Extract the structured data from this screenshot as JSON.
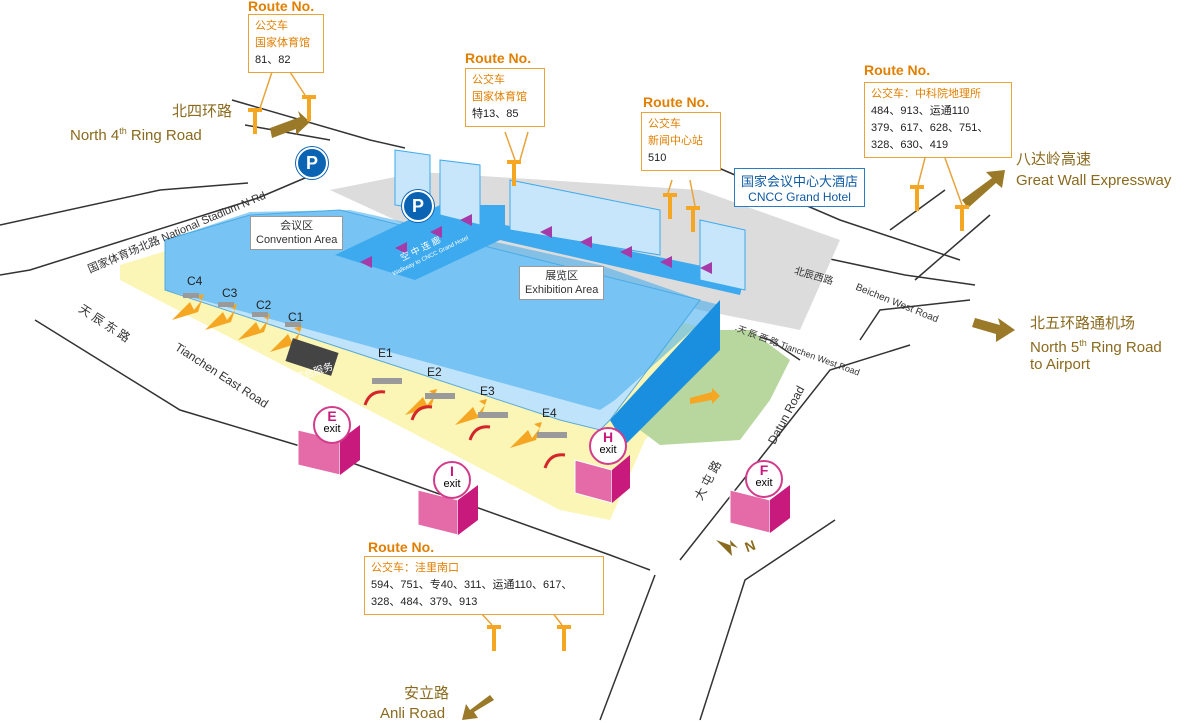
{
  "routes": {
    "nw": {
      "title": "Route No.",
      "line1": "公交车",
      "line2": "国家体育馆",
      "line3": "81、82"
    },
    "n": {
      "title": "Route No.",
      "line1": "公交车",
      "line2": "国家体育馆",
      "line3": "特13、85"
    },
    "ne1": {
      "title": "Route No.",
      "line1": "公交车",
      "line2": "新闻中心站",
      "line3": "510"
    },
    "ne2": {
      "title": "Route No.",
      "line1": "公交车：中科院地理所",
      "line2": "484、913、运通110",
      "line3": "379、617、628、751、",
      "line4": "328、630、419"
    },
    "s": {
      "title": "Route No.",
      "line1": "公交车：洼里南口",
      "line2": "594、751、专40、311、运通110、617、",
      "line3": "328、484、379、913"
    }
  },
  "roads": {
    "north4_cn": "北四环路",
    "north4_en_pre": "North 4",
    "north4_sup": "th",
    "north4_en_post": " Ring Road",
    "gwe_cn": "八达岭高速",
    "gwe_en": "Great Wall Expressway",
    "north5_cn": "北五环路通机场",
    "north5_en_pre": "North 5",
    "north5_sup": "th",
    "north5_en_post": " Ring Road",
    "north5_en2": "to Airport",
    "anli_cn": "安立路",
    "anli_en": "Anli Road",
    "stadium_n": "国家体育场北路  National Stadium N Rd",
    "beichen_cn": "北辰西路",
    "beichen_en": "Beichen West Road",
    "tianchen_w": "天 辰 西 路  Tianchen West Road",
    "tianchen_e_cn": "天 辰 东 路",
    "tianchen_e_en": "Tianchen East Road",
    "datun_cn": "大 屯 路",
    "datun_en": "Datun Road"
  },
  "hotel": {
    "cn": "国家会议中心大酒店",
    "en": "CNCC Grand Hotel"
  },
  "areas": {
    "convention_cn": "会议区",
    "convention_en": "Convention Area",
    "exhibition_cn": "展览区",
    "exhibition_en": "Exhibition Area"
  },
  "walkway": {
    "cn": "空 中 连 廊",
    "en": "Walkway to CNCC Grand Hotel"
  },
  "tickets": "综合服务",
  "gates": [
    "C4",
    "C3",
    "C2",
    "C1",
    "E1",
    "E2",
    "E3",
    "E4"
  ],
  "exits": [
    {
      "letter": "E",
      "text": "exit"
    },
    {
      "letter": "I",
      "text": "exit"
    },
    {
      "letter": "H",
      "text": "exit"
    },
    {
      "letter": "F",
      "text": "exit"
    }
  ],
  "parking": "P",
  "compass": "N",
  "colors": {
    "orange": "#e8a33a",
    "brown": "#8a6a1e",
    "blue": "#1a9be8",
    "magenta": "#c8197c"
  }
}
